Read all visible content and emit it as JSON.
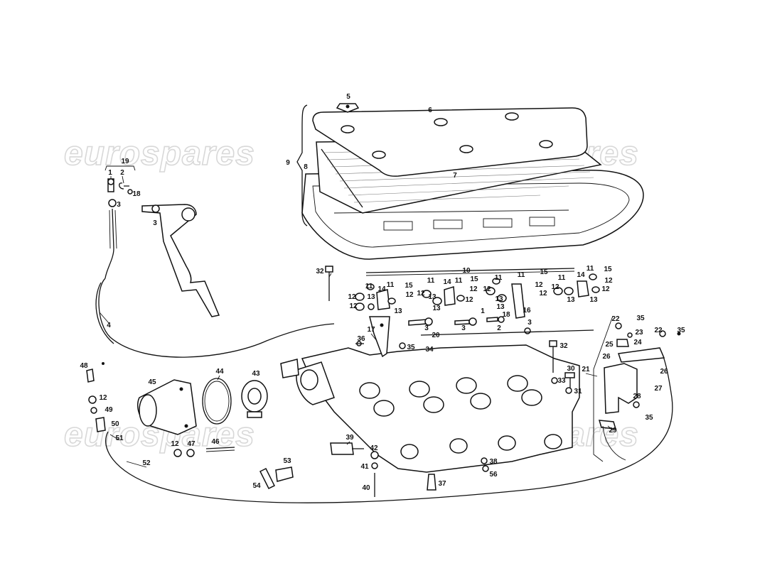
{
  "watermark": "eurospares",
  "callouts": [
    "1",
    "2",
    "3",
    "4",
    "5",
    "6",
    "7",
    "8",
    "9",
    "10",
    "11",
    "12",
    "13",
    "14",
    "15",
    "16",
    "17",
    "18",
    "19",
    "20",
    "21",
    "22",
    "23",
    "24",
    "25",
    "26",
    "27",
    "28",
    "29",
    "30",
    "31",
    "32",
    "33",
    "34",
    "35",
    "36",
    "37",
    "38",
    "39",
    "40",
    "41",
    "42",
    "43",
    "44",
    "45",
    "46",
    "47",
    "48",
    "49",
    "50",
    "51",
    "52",
    "53",
    "54",
    "56"
  ]
}
